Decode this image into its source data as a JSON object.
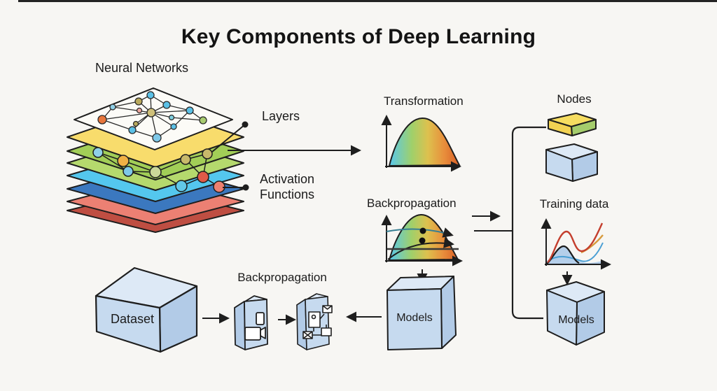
{
  "title": "Key Components of Deep Learning",
  "labels": {
    "neural_networks": "Neural Networks",
    "layers": "Layers",
    "activation_functions": "Activation Functions",
    "transformation": "Transformation",
    "backpropagation_mid": "Backpropagation",
    "nodes": "Nodes",
    "training_data": "Training data",
    "models_mid": "Models",
    "models_right": "Models",
    "dataset": "Dataset",
    "backpropagation_bottom": "Backpropagation"
  },
  "colors": {
    "background": "#f7f6f3",
    "ink": "#1e1e1e",
    "layer_white": "#fcfbf7",
    "layer_yellow": "#f8dc6c",
    "layer_green_dark": "#a2ce57",
    "layer_green_light": "#b5d96d",
    "layer_cyan": "#54c7ee",
    "layer_blue": "#3b78bf",
    "layer_salmon": "#ec8073",
    "layer_dark_red": "#bf4e42",
    "box_top": "#dde9f6",
    "box_front": "#c6daef",
    "box_side": "#b2cbe7",
    "yellow_box_top": "#f6dd60",
    "yellow_box_front": "#f2d252",
    "yellow_box_side_green": "#a5cd6c",
    "grad_1": "#57c8ee",
    "grad_2": "#9fd06b",
    "grad_3": "#ddc14e",
    "grad_4": "#e88f3c",
    "grad_5": "#da5f27",
    "curve_red": "#c43e2d",
    "curve_orange": "#d79a3c",
    "curve_blue": "#4a9fd4",
    "curve_teal": "#377f93",
    "area_blue": "#b5cfea"
  }
}
